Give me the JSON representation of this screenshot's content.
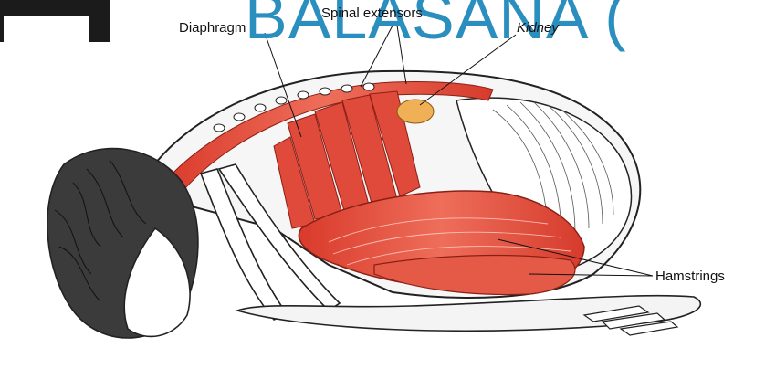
{
  "slide": {
    "title": "BALASANA ("
  },
  "labels": {
    "diaphragm": "Diaphragm",
    "spinal_extensors": "Spinal extensors",
    "kidney": "Kidney",
    "hamstrings": "Hamstrings"
  },
  "colors": {
    "title": "#2a8fbf",
    "muscle": "#e04a3a",
    "kidney": "#f0b055",
    "outline": "#222222"
  }
}
